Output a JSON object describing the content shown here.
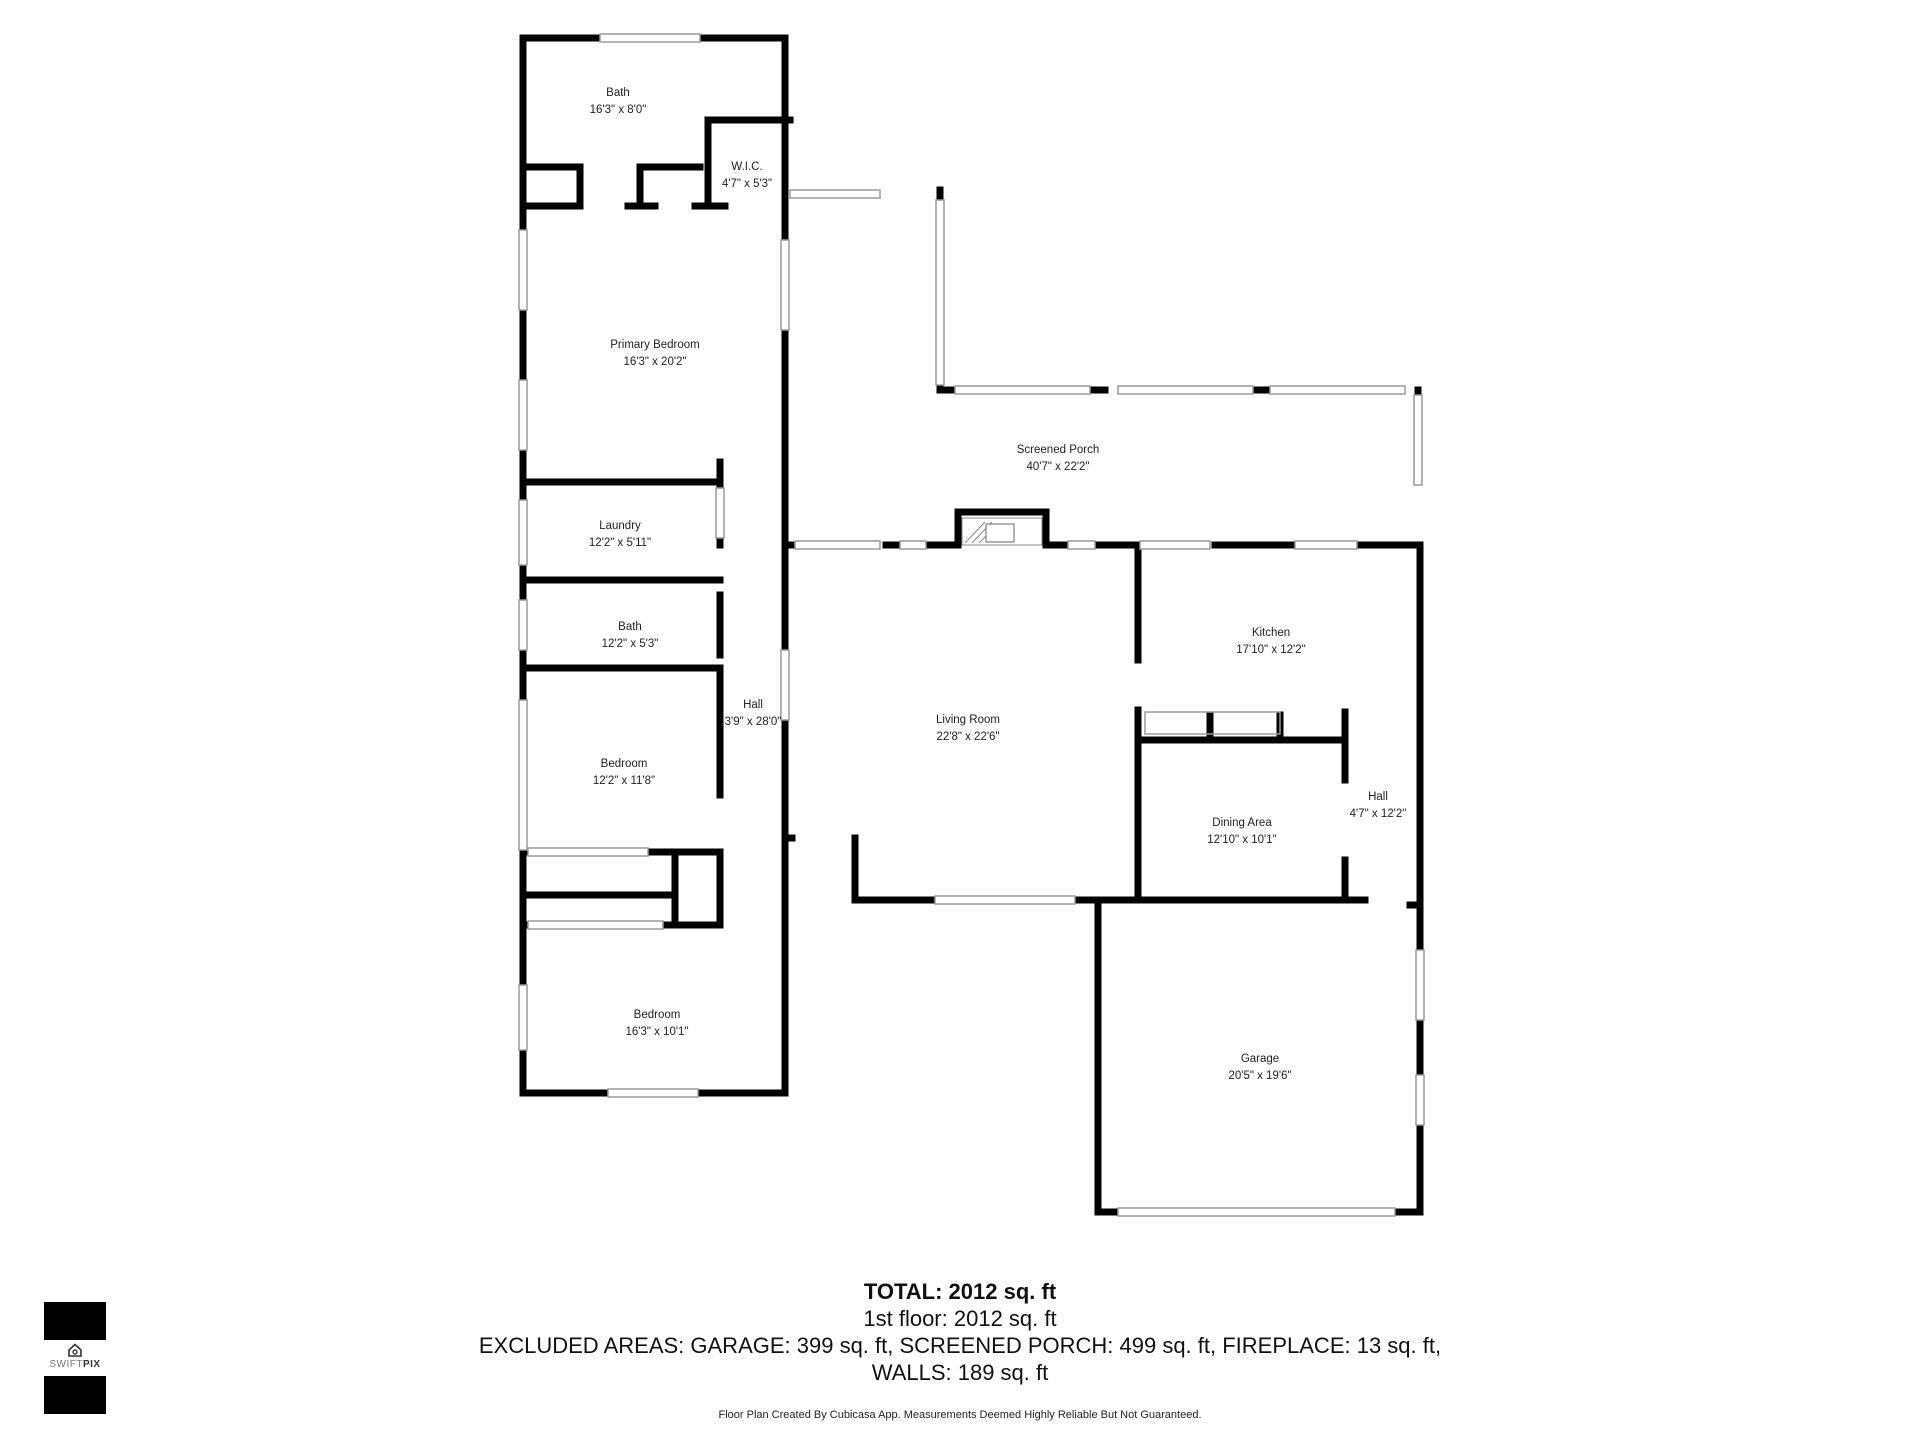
{
  "rooms": {
    "bath_primary": {
      "name": "Bath",
      "dims": "16'3\" x 8'0\""
    },
    "wic": {
      "name": "W.I.C.",
      "dims": "4'7\" x 5'3\""
    },
    "primary_bedroom": {
      "name": "Primary Bedroom",
      "dims": "16'3\" x 20'2\""
    },
    "screened_porch": {
      "name": "Screened Porch",
      "dims": "40'7\" x 22'2\""
    },
    "laundry": {
      "name": "Laundry",
      "dims": "12'2\" x 5'11\""
    },
    "bath_hall": {
      "name": "Bath",
      "dims": "12'2\" x 5'3\""
    },
    "hall_west": {
      "name": "Hall",
      "dims": "3'9\" x 28'0\""
    },
    "kitchen": {
      "name": "Kitchen",
      "dims": "17'10\" x 12'2\""
    },
    "living_room": {
      "name": "Living Room",
      "dims": "22'8\" x 22'6\""
    },
    "bedroom_1": {
      "name": "Bedroom",
      "dims": "12'2\" x 11'8\""
    },
    "dining_area": {
      "name": "Dining Area",
      "dims": "12'10\" x 10'1\""
    },
    "hall_east": {
      "name": "Hall",
      "dims": "4'7\" x 12'2\""
    },
    "bedroom_2": {
      "name": "Bedroom",
      "dims": "16'3\" x 10'1\""
    },
    "garage": {
      "name": "Garage",
      "dims": "20'5\" x 19'6\""
    }
  },
  "summary": {
    "total": "TOTAL: 2012 sq. ft",
    "floor": "1st floor: 2012 sq. ft",
    "excluded": "EXCLUDED AREAS: GARAGE: 399 sq. ft, SCREENED PORCH: 499 sq. ft, FIREPLACE: 13 sq. ft,",
    "walls": "WALLS: 189 sq. ft"
  },
  "disclaimer": "Floor Plan Created By Cubicasa App. Measurements Deemed Highly Reliable But Not Guaranteed.",
  "logo": {
    "brand_light": "SWIFT",
    "brand_bold": "PIX"
  },
  "colors": {
    "wall": "#000000",
    "window": "#9a9a9a",
    "background": "#ffffff"
  }
}
